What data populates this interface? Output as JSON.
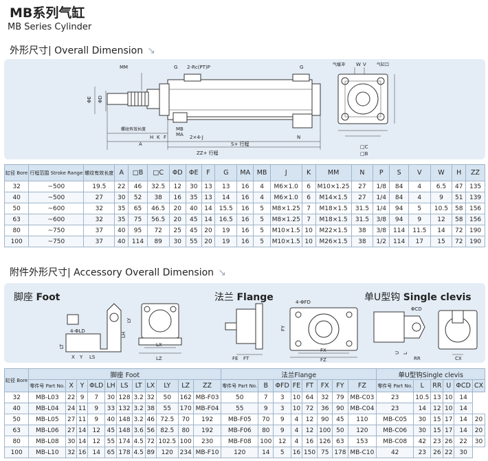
{
  "header": {
    "title": "MB系列气缸",
    "subtitle": "MB Series Cylinder"
  },
  "overall": {
    "heading": "外形尺寸| Overall Dimension",
    "drawing_labels": {
      "mm": "MM",
      "port": "2-Rc(PT)P",
      "g": "G",
      "phi_e": "ΦE",
      "phi_d": "ΦD",
      "thread_len": "螺纹有效长度",
      "h": "H",
      "a": "A",
      "k": "K",
      "f": "F",
      "n": "N",
      "mb": "MB",
      "ma": "MA",
      "j": "2×4-J",
      "stroke": "S+ 行程",
      "zz": "ZZ+ 行程",
      "g2": "G",
      "air_buffer": "气缓冲",
      "w": "W",
      "v": "V",
      "air_port": "气缸口",
      "box_c": "□C",
      "box_b": "□B"
    },
    "table": {
      "headers": [
        "缸径 Bore",
        "行程范围 Stroke Range",
        "螺纹有效长度",
        "A",
        "□B",
        "□C",
        "ΦD",
        "ΦE",
        "F",
        "G",
        "MA",
        "MB",
        "J",
        "K",
        "MM",
        "N",
        "P",
        "S",
        "V",
        "W",
        "H",
        "ZZ"
      ],
      "rows": [
        [
          "32",
          "~500",
          "19.5",
          "22",
          "46",
          "32.5",
          "12",
          "30",
          "13",
          "13",
          "16",
          "4",
          "M6×1.0",
          "6",
          "M10×1.25",
          "27",
          "1/8",
          "84",
          "4",
          "6.5",
          "47",
          "135"
        ],
        [
          "40",
          "~500",
          "27",
          "30",
          "52",
          "38",
          "16",
          "35",
          "13",
          "14",
          "16",
          "4",
          "M6×1.0",
          "6",
          "M14×1.5",
          "27",
          "1/4",
          "84",
          "4",
          "9",
          "51",
          "139"
        ],
        [
          "50",
          "~600",
          "32",
          "35",
          "65",
          "46.5",
          "20",
          "40",
          "14",
          "15.5",
          "16",
          "5",
          "M8×1.25",
          "7",
          "M18×1.5",
          "31.5",
          "1/4",
          "94",
          "5",
          "10.5",
          "58",
          "156"
        ],
        [
          "63",
          "~600",
          "32",
          "35",
          "75",
          "56.5",
          "20",
          "45",
          "14",
          "16.5",
          "16",
          "5",
          "M8×1.25",
          "7",
          "M18×1.5",
          "31.5",
          "3/8",
          "94",
          "9",
          "12",
          "58",
          "156"
        ],
        [
          "80",
          "~750",
          "37",
          "40",
          "95",
          "72",
          "25",
          "45",
          "20",
          "19",
          "16",
          "5",
          "M10×1.5",
          "10",
          "M22×1.5",
          "38",
          "3/8",
          "114",
          "11.5",
          "14",
          "72",
          "190"
        ],
        [
          "100",
          "~750",
          "37",
          "40",
          "114",
          "89",
          "30",
          "55",
          "20",
          "19",
          "16",
          "5",
          "M10×1.5",
          "10",
          "M26×1.5",
          "38",
          "1/2",
          "114",
          "17",
          "15",
          "72",
          "190"
        ]
      ]
    }
  },
  "accessory": {
    "heading": "附件外形尺寸| Accessory Overall Dimension",
    "foot_label_cn": "脚座",
    "foot_label_en": "Foot",
    "flange_label_cn": "法兰",
    "flange_label_en": "Flange",
    "clevis_label_cn": "单U型钩",
    "clevis_label_en": "Single clevis",
    "drawing_labels": {
      "foot_hole": "4-ΦLD",
      "ly": "LY",
      "lh": "LH",
      "lt": "LT",
      "x": "X",
      "y": "Y",
      "ls": "LS",
      "lx": "LX",
      "lz": "LZ",
      "fd": "4-ΦFD",
      "fy": "FY",
      "fe": "FE",
      "ft": "FT",
      "fx": "FX",
      "fz": "FZ",
      "cd": "ΦCD",
      "cx": "CX",
      "u": "U",
      "l": "L",
      "rr": "RR"
    },
    "table": {
      "group_foot": "脚座 Foot",
      "group_flange": "法兰Flange",
      "group_clevis": "单U型钩Single clevis",
      "headers": [
        "缸径 Bore",
        "零件号 Part No.",
        "X",
        "Y",
        "ΦLD",
        "LH",
        "LS",
        "LT",
        "LX",
        "LY",
        "LZ",
        "ZZ",
        "零件号 Part No.",
        "B",
        "ΦFD",
        "FE",
        "FT",
        "FX",
        "FY",
        "FZ",
        "零件号 Part No.",
        "L",
        "RR",
        "U",
        "ΦCD",
        "CX"
      ],
      "rows": [
        [
          "32",
          "MB-L03",
          "22",
          "9",
          "7",
          "30",
          "128",
          "3.2",
          "32",
          "50",
          "162",
          "MB-F03",
          "50",
          "7",
          "3",
          "10",
          "64",
          "32",
          "79",
          "MB-C03",
          "23",
          "10.5",
          "13",
          "10",
          "14"
        ],
        [
          "40",
          "MB-L04",
          "24",
          "11",
          "9",
          "33",
          "132",
          "3.2",
          "38",
          "55",
          "170",
          "MB-F04",
          "55",
          "9",
          "3",
          "10",
          "72",
          "36",
          "90",
          "MB-C04",
          "23",
          "14",
          "12",
          "10",
          "14"
        ],
        [
          "50",
          "MB-L05",
          "27",
          "11",
          "9",
          "40",
          "148",
          "3.2",
          "46",
          "72.5",
          "70",
          "192",
          "MB-F05",
          "70",
          "9",
          "4",
          "12",
          "90",
          "45",
          "110",
          "MB-C05",
          "30",
          "15",
          "17",
          "14",
          "20"
        ],
        [
          "63",
          "MB-L06",
          "27",
          "14",
          "12",
          "45",
          "148",
          "3.6",
          "56",
          "82.5",
          "80",
          "192",
          "MB-F06",
          "80",
          "9",
          "4",
          "12",
          "100",
          "50",
          "120",
          "MB-C06",
          "30",
          "15",
          "17",
          "14",
          "20"
        ],
        [
          "80",
          "MB-L08",
          "30",
          "14",
          "12",
          "55",
          "174",
          "4.5",
          "72",
          "102.5",
          "100",
          "230",
          "MB-F08",
          "100",
          "12",
          "4",
          "16",
          "126",
          "63",
          "153",
          "MB-C08",
          "42",
          "23",
          "26",
          "22",
          "30"
        ],
        [
          "100",
          "MB-L10",
          "32",
          "16",
          "14",
          "65",
          "178",
          "4.5",
          "89",
          "120",
          "234",
          "MB-F10",
          "120",
          "14",
          "5",
          "16",
          "150",
          "75",
          "178",
          "MB-C10",
          "42",
          "23",
          "26",
          "22",
          "30"
        ]
      ]
    }
  }
}
